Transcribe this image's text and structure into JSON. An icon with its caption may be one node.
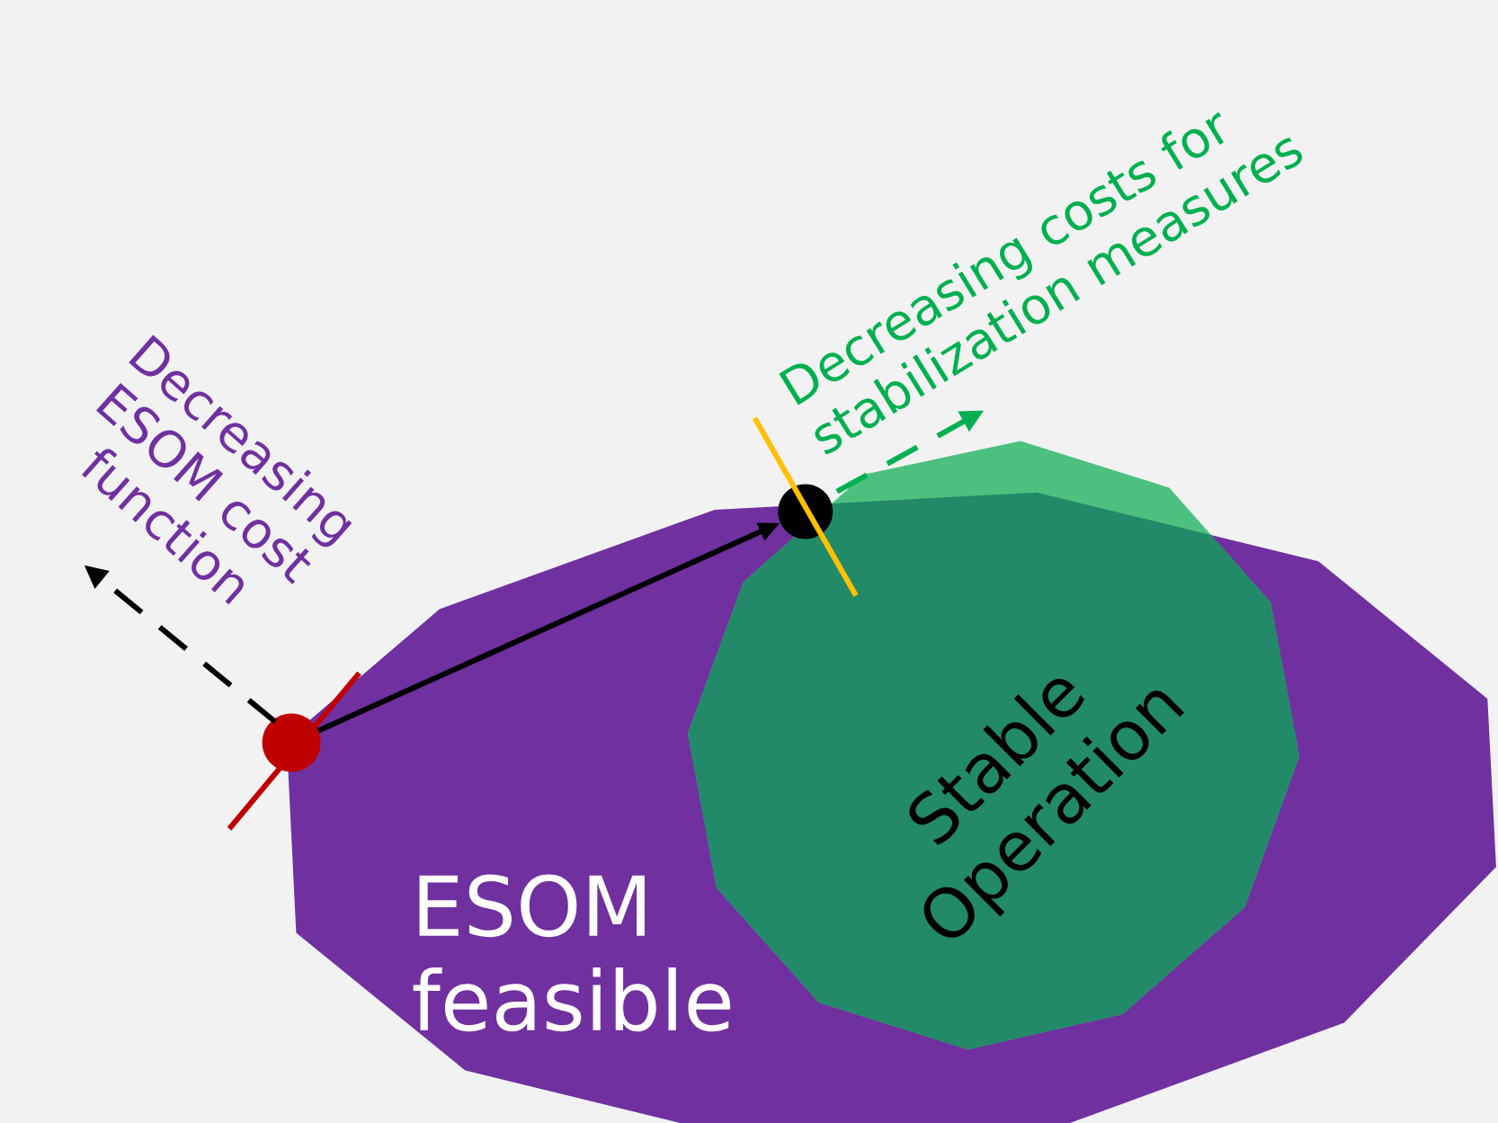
{
  "diagram": {
    "nodes": [
      {
        "text": [
          "ESOM feasible"
        ]
      },
      {
        "text": [
          "Stable Operation"
        ]
      },
      {
        "text": [],
        "shape": "circle"
      },
      {
        "text": [],
        "shape": "circle"
      }
    ],
    "edges": [
      {
        "from": 2,
        "to": 3,
        "arrow": "to"
      }
    ],
    "labels": [
      "Decreasing ESOM cost function",
      "Decreasing costs for stabilization measures"
    ]
  }
}
